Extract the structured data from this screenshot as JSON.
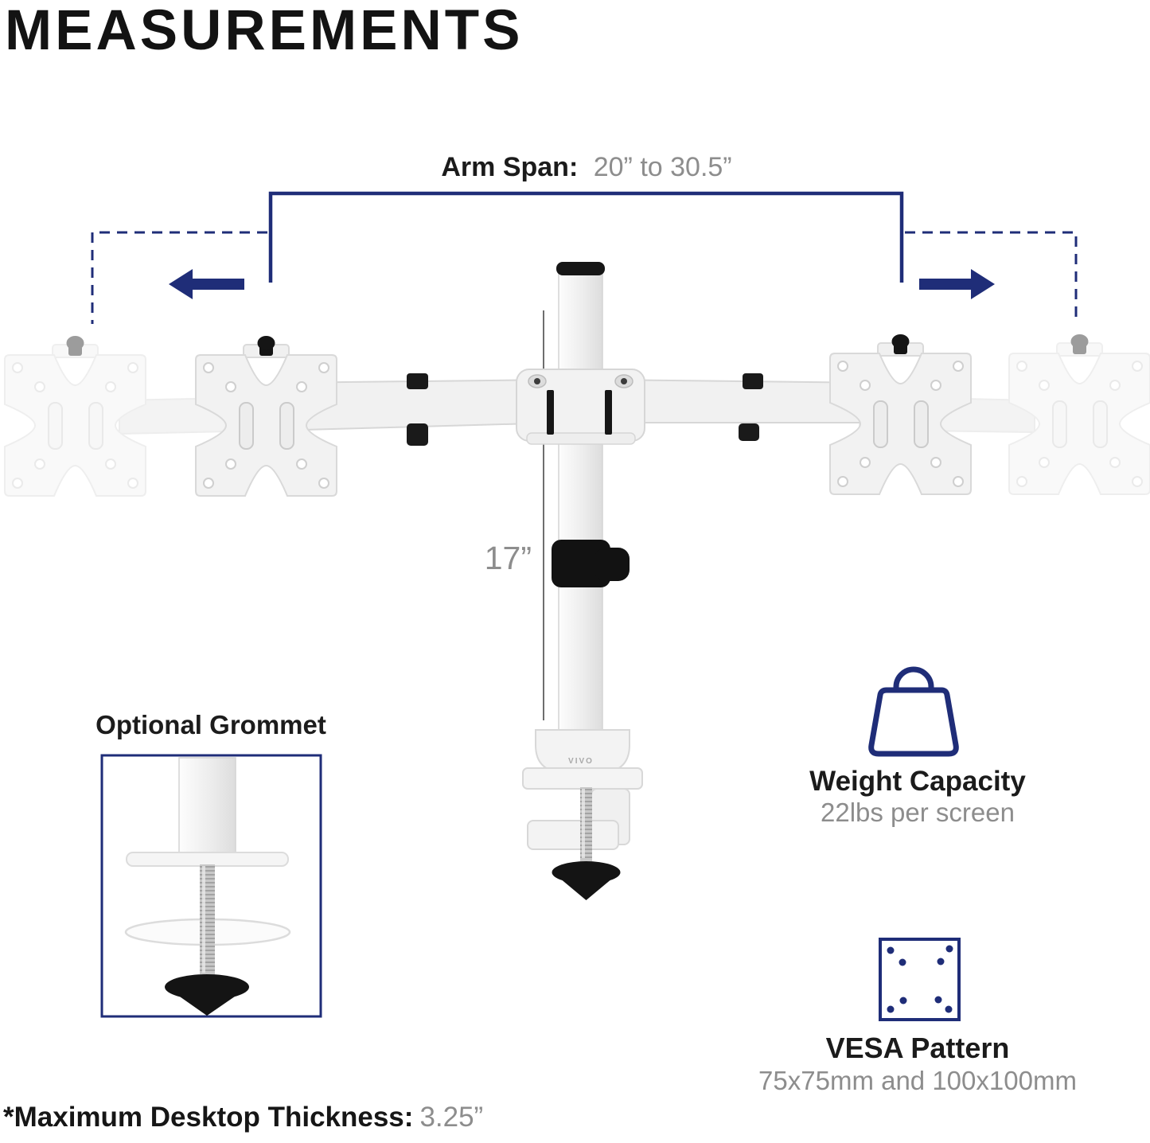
{
  "title": "MEASUREMENTS",
  "product": {
    "brand": "VIVO"
  },
  "annotations": {
    "arm_span": {
      "label": "Arm Span:",
      "value": "20” to 30.5”"
    },
    "pole_height": {
      "value": "17”"
    },
    "grommet_heading": "Optional Grommet",
    "weight": {
      "label": "Weight Capacity",
      "value": "22lbs per screen"
    },
    "vesa": {
      "label": "VESA Pattern",
      "value": "75x75mm and 100x100mm"
    },
    "desktop_thickness": {
      "label": "*Maximum Desktop Thickness:",
      "value": "3.25”"
    }
  },
  "colors": {
    "accent_navy": "#1f2d78",
    "heading_dark": "#161616",
    "value_gray": "#8d8d8d",
    "mount_body": "#f2f2f2",
    "mount_edge": "#d7d7d7",
    "hardware_black": "#141414"
  }
}
